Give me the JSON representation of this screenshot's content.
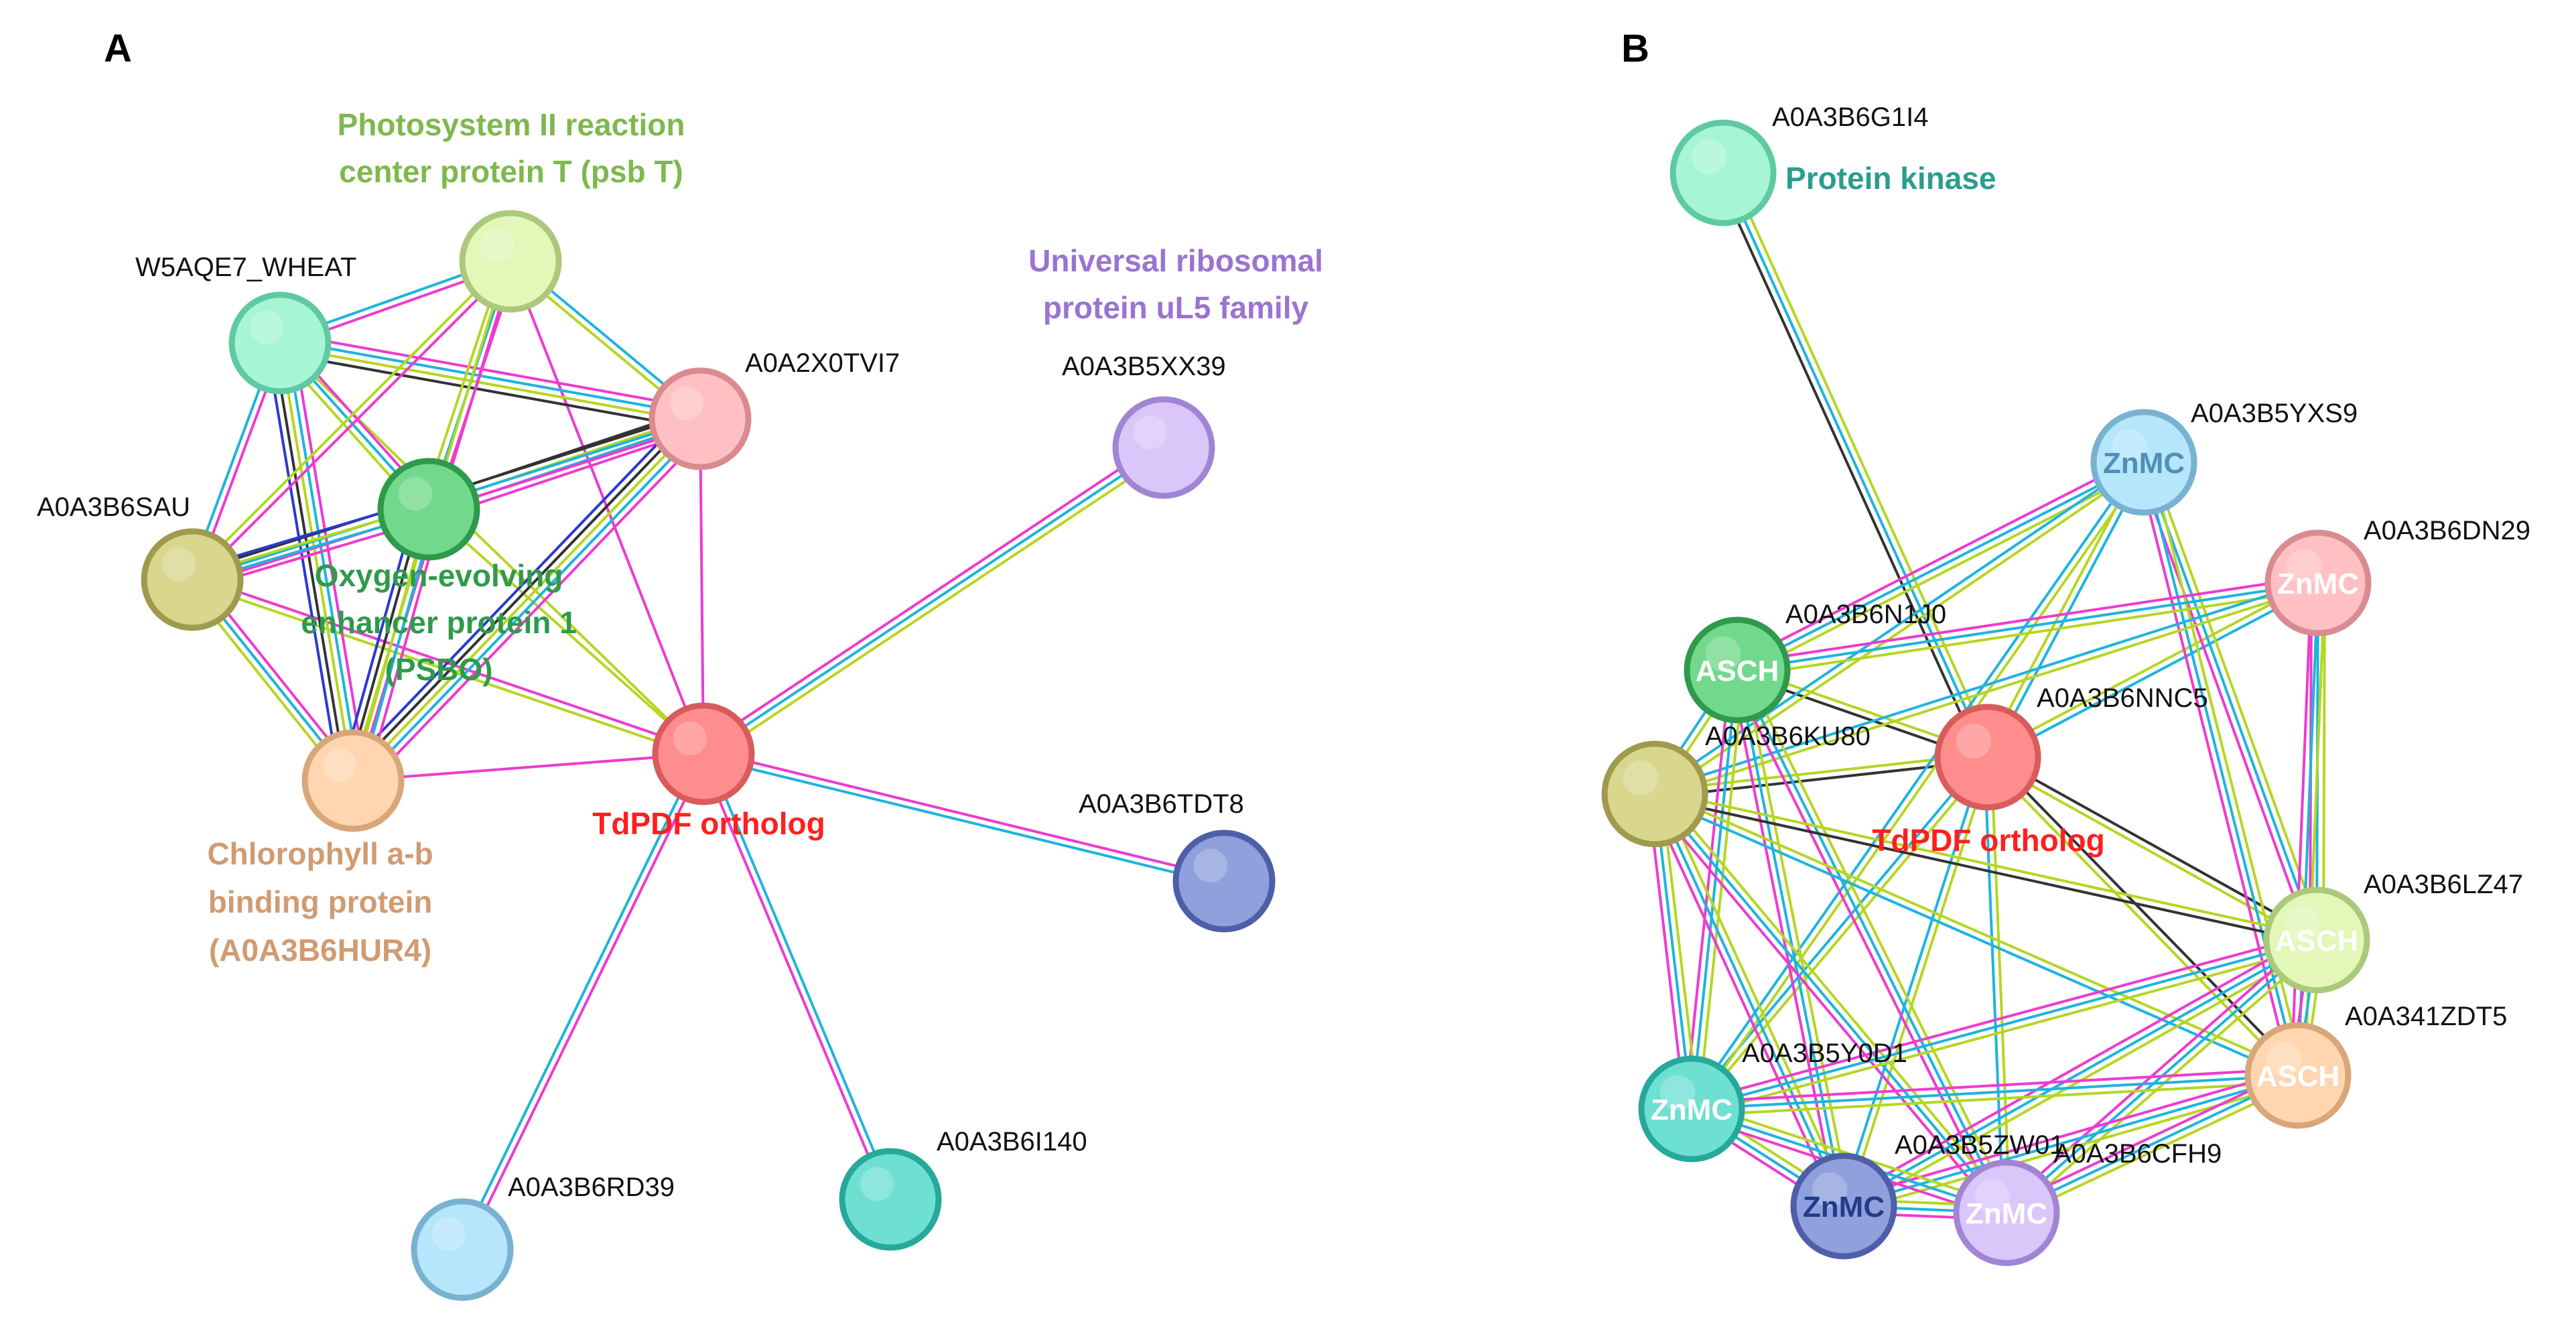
{
  "colors": {
    "textmining": "#b5d624",
    "database": "#1fb4dc",
    "experimental": "#ec3ccf",
    "coexpression": "#333333",
    "homology": "#2a3ad0"
  },
  "panels": [
    {
      "id": "A",
      "label": "A",
      "nodes": [
        {
          "id": "tdpdf",
          "label": "",
          "fill": "#ff8d8d",
          "stroke": "#d85c5c"
        },
        {
          "id": "a0a2x0tvi7",
          "label": "A0A2X0TVI7",
          "fill": "#ffc0c4",
          "stroke": "#d98b90"
        },
        {
          "id": "psbt",
          "label": "",
          "fill": "#e3f7b9",
          "stroke": "#aac97a"
        },
        {
          "id": "w5aqe7",
          "label": "W5AQE7_WHEAT",
          "fill": "#a6f5d5",
          "stroke": "#5fc9a2"
        },
        {
          "id": "psbo",
          "label": "",
          "fill": "#72d98c",
          "stroke": "#2f9a4b"
        },
        {
          "id": "a0a3b6sau",
          "label": "A0A3B6SAU",
          "fill": "#d9d68e",
          "stroke": "#9f9a4e"
        },
        {
          "id": "hur4",
          "label": "",
          "fill": "#ffd6b0",
          "stroke": "#d8a679"
        },
        {
          "id": "a0a3b5xx39",
          "label": "A0A3B5XX39",
          "fill": "#dbc6fa",
          "stroke": "#a185d4"
        },
        {
          "id": "a0a3b6tdt8",
          "label": "A0A3B6TDT8",
          "fill": "#8fa0dc",
          "stroke": "#4e5ea8"
        },
        {
          "id": "a0a3b6i140",
          "label": "A0A3B6I140",
          "fill": "#6de0d2",
          "stroke": "#26a99a"
        },
        {
          "id": "a0a3b6rd39",
          "label": "A0A3B6RD39",
          "fill": "#b5e6fb",
          "stroke": "#78b2d0"
        }
      ],
      "annotations": [
        {
          "id": "psbt",
          "lines": [
            "Photosystem II reaction",
            "center protein T (psb T)"
          ],
          "color": "#7fb84e"
        },
        {
          "id": "ul5",
          "lines": [
            "Universal ribosomal",
            "protein uL5 family"
          ],
          "color": "#9b73d0"
        },
        {
          "id": "psbo",
          "lines": [
            "Oxygen-evolving",
            "enhancer protein 1",
            "(PSBO)"
          ],
          "color": "#2f9a4b"
        },
        {
          "id": "hur4",
          "lines": [
            "Chlorophyll a-b",
            "binding protein",
            "(A0A3B6HUR4)"
          ],
          "color": "#d19b72"
        },
        {
          "id": "tdpdf",
          "lines": [
            "TdPDF ortholog"
          ],
          "color": "#ff1f1f"
        }
      ],
      "edges": [
        {
          "a": "tdpdf",
          "b": "a0a2x0tvi7",
          "types": [
            "experimental"
          ]
        },
        {
          "a": "tdpdf",
          "b": "psbt",
          "types": [
            "experimental"
          ]
        },
        {
          "a": "tdpdf",
          "b": "psbo",
          "types": [
            "textmining"
          ]
        },
        {
          "a": "tdpdf",
          "b": "hur4",
          "types": [
            "experimental"
          ]
        },
        {
          "a": "tdpdf",
          "b": "a0a3b6sau",
          "types": [
            "textmining",
            "experimental"
          ]
        },
        {
          "a": "tdpdf",
          "b": "a0a3b5xx39",
          "types": [
            "experimental",
            "database",
            "textmining"
          ]
        },
        {
          "a": "tdpdf",
          "b": "a0a3b6tdt8",
          "types": [
            "experimental",
            "database"
          ]
        },
        {
          "a": "tdpdf",
          "b": "a0a3b6i140",
          "types": [
            "database",
            "experimental"
          ]
        },
        {
          "a": "tdpdf",
          "b": "a0a3b6rd39",
          "types": [
            "experimental",
            "database"
          ]
        },
        {
          "a": "tdpdf",
          "b": "w5aqe7",
          "types": [
            "textmining"
          ]
        },
        {
          "a": "w5aqe7",
          "b": "psbt",
          "types": [
            "database",
            "experimental"
          ]
        },
        {
          "a": "w5aqe7",
          "b": "a0a2x0tvi7",
          "types": [
            "experimental",
            "database",
            "textmining",
            "coexpression"
          ]
        },
        {
          "a": "w5aqe7",
          "b": "psbo",
          "types": [
            "experimental",
            "database",
            "textmining"
          ]
        },
        {
          "a": "w5aqe7",
          "b": "a0a3b6sau",
          "types": [
            "experimental",
            "database"
          ]
        },
        {
          "a": "w5aqe7",
          "b": "hur4",
          "types": [
            "experimental",
            "database",
            "textmining",
            "coexpression",
            "homology"
          ]
        },
        {
          "a": "psbt",
          "b": "a0a2x0tvi7",
          "types": [
            "database",
            "textmining"
          ]
        },
        {
          "a": "psbt",
          "b": "psbo",
          "types": [
            "experimental",
            "database",
            "textmining"
          ]
        },
        {
          "a": "psbt",
          "b": "a0a3b6sau",
          "types": [
            "experimental",
            "textmining"
          ]
        },
        {
          "a": "psbt",
          "b": "hur4",
          "types": [
            "experimental",
            "textmining"
          ]
        },
        {
          "a": "a0a2x0tvi7",
          "b": "psbo",
          "types": [
            "experimental",
            "database",
            "textmining",
            "coexpression"
          ]
        },
        {
          "a": "a0a2x0tvi7",
          "b": "a0a3b6sau",
          "types": [
            "experimental",
            "database",
            "coexpression"
          ]
        },
        {
          "a": "a0a2x0tvi7",
          "b": "hur4",
          "types": [
            "experimental",
            "database",
            "textmining",
            "coexpression",
            "homology"
          ]
        },
        {
          "a": "psbo",
          "b": "a0a3b6sau",
          "types": [
            "experimental",
            "database",
            "textmining",
            "homology"
          ]
        },
        {
          "a": "psbo",
          "b": "hur4",
          "types": [
            "experimental",
            "database",
            "textmining",
            "coexpression",
            "homology"
          ]
        },
        {
          "a": "a0a3b6sau",
          "b": "hur4",
          "types": [
            "experimental",
            "database",
            "textmining"
          ]
        }
      ]
    },
    {
      "id": "B",
      "label": "B",
      "nodes": [
        {
          "id": "g1i4",
          "label": "A0A3B6G1I4",
          "inner": "",
          "fill": "#a6f5d5",
          "stroke": "#5fc9a2"
        },
        {
          "id": "yxs9",
          "label": "A0A3B5YXS9",
          "inner": "ZnMC",
          "fill": "#b5e6fb",
          "stroke": "#78b2d0",
          "innerColor": "#4f8fb8"
        },
        {
          "id": "dn29",
          "label": "A0A3B6DN29",
          "inner": "ZnMC",
          "fill": "#ffc0c4",
          "stroke": "#d98b90",
          "innerColor": "#ffffff"
        },
        {
          "id": "n1j0",
          "label": "A0A3B6N1J0",
          "inner": "ASCH",
          "fill": "#72d98c",
          "stroke": "#2f9a4b",
          "innerColor": "#ffffff"
        },
        {
          "id": "nnc5",
          "label": "A0A3B6NNC5",
          "inner": "",
          "fill": "#ff8d8d",
          "stroke": "#d85c5c"
        },
        {
          "id": "ku80",
          "label": "A0A3B6KU80",
          "inner": "",
          "fill": "#d9d68e",
          "stroke": "#9f9a4e"
        },
        {
          "id": "lz47",
          "label": "A0A3B6LZ47",
          "inner": "ASCH",
          "fill": "#e3f7b9",
          "stroke": "#aac97a",
          "innerColor": "#ffffff"
        },
        {
          "id": "zdt5",
          "label": "A0A341ZDT5",
          "inner": "ASCH",
          "fill": "#ffd6b0",
          "stroke": "#d8a679",
          "innerColor": "#ffffff"
        },
        {
          "id": "y0d1",
          "label": "A0A3B5Y0D1",
          "inner": "ZnMC",
          "fill": "#6de0d2",
          "stroke": "#26a99a",
          "innerColor": "#ffffff"
        },
        {
          "id": "zw",
          "label": "A0A3B5ZW01",
          "inner": "ZnMC",
          "fill": "#8fa0dc",
          "stroke": "#4e5ea8",
          "innerColor": "#233c8a"
        },
        {
          "id": "cfh9",
          "label": "A0A3B6CFH9",
          "inner": "ZnMC",
          "fill": "#dbc6fa",
          "stroke": "#a185d4",
          "innerColor": "#ffffff"
        }
      ],
      "annotations": [
        {
          "id": "kinase",
          "lines": [
            "Protein kinase"
          ],
          "color": "#2a9d8f"
        },
        {
          "id": "tdpdf",
          "lines": [
            "TdPDF ortholog"
          ],
          "color": "#ff1f1f"
        }
      ],
      "edges": [
        {
          "a": "g1i4",
          "b": "nnc5",
          "types": [
            "textmining",
            "database",
            "coexpression"
          ]
        },
        {
          "a": "nnc5",
          "b": "n1j0",
          "types": [
            "coexpression",
            "textmining"
          ]
        },
        {
          "a": "nnc5",
          "b": "ku80",
          "types": [
            "coexpression",
            "textmining"
          ]
        },
        {
          "a": "nnc5",
          "b": "lz47",
          "types": [
            "coexpression",
            "textmining"
          ]
        },
        {
          "a": "nnc5",
          "b": "zdt5",
          "types": [
            "coexpression",
            "textmining"
          ]
        },
        {
          "a": "nnc5",
          "b": "yxs9",
          "types": [
            "textmining",
            "database"
          ]
        },
        {
          "a": "nnc5",
          "b": "dn29",
          "types": [
            "textmining",
            "database"
          ]
        },
        {
          "a": "nnc5",
          "b": "y0d1",
          "types": [
            "textmining",
            "database"
          ]
        },
        {
          "a": "nnc5",
          "b": "zw",
          "types": [
            "textmining",
            "database"
          ]
        },
        {
          "a": "nnc5",
          "b": "cfh9",
          "types": [
            "textmining",
            "database"
          ]
        },
        {
          "a": "yxs9",
          "b": "n1j0",
          "types": [
            "textmining",
            "database",
            "experimental"
          ]
        },
        {
          "a": "yxs9",
          "b": "ku80",
          "types": [
            "textmining",
            "database"
          ]
        },
        {
          "a": "yxs9",
          "b": "lz47",
          "types": [
            "textmining",
            "database",
            "experimental"
          ]
        },
        {
          "a": "yxs9",
          "b": "zdt5",
          "types": [
            "textmining",
            "database",
            "experimental"
          ]
        },
        {
          "a": "yxs9",
          "b": "y0d1",
          "types": [
            "textmining",
            "database"
          ]
        },
        {
          "a": "dn29",
          "b": "n1j0",
          "types": [
            "textmining",
            "database",
            "experimental"
          ]
        },
        {
          "a": "dn29",
          "b": "ku80",
          "types": [
            "textmining",
            "database"
          ]
        },
        {
          "a": "dn29",
          "b": "lz47",
          "types": [
            "textmining",
            "database",
            "experimental"
          ]
        },
        {
          "a": "dn29",
          "b": "zdt5",
          "types": [
            "textmining",
            "database",
            "experimental"
          ]
        },
        {
          "a": "n1j0",
          "b": "ku80",
          "types": [
            "textmining",
            "database"
          ]
        },
        {
          "a": "n1j0",
          "b": "y0d1",
          "types": [
            "textmining",
            "database",
            "experimental"
          ]
        },
        {
          "a": "n1j0",
          "b": "zw",
          "types": [
            "textmining",
            "database",
            "experimental"
          ]
        },
        {
          "a": "n1j0",
          "b": "cfh9",
          "types": [
            "textmining",
            "database",
            "experimental"
          ]
        },
        {
          "a": "ku80",
          "b": "lz47",
          "types": [
            "textmining",
            "coexpression"
          ]
        },
        {
          "a": "ku80",
          "b": "y0d1",
          "types": [
            "textmining",
            "database",
            "experimental"
          ]
        },
        {
          "a": "ku80",
          "b": "zw",
          "types": [
            "textmining",
            "database",
            "experimental"
          ]
        },
        {
          "a": "ku80",
          "b": "cfh9",
          "types": [
            "textmining",
            "database",
            "experimental"
          ]
        },
        {
          "a": "ku80",
          "b": "zdt5",
          "types": [
            "textmining",
            "database"
          ]
        },
        {
          "a": "lz47",
          "b": "zdt5",
          "types": [
            "textmining",
            "database",
            "experimental"
          ]
        },
        {
          "a": "lz47",
          "b": "y0d1",
          "types": [
            "textmining",
            "database",
            "experimental"
          ]
        },
        {
          "a": "lz47",
          "b": "zw",
          "types": [
            "textmining",
            "database",
            "experimental"
          ]
        },
        {
          "a": "lz47",
          "b": "cfh9",
          "types": [
            "textmining",
            "database",
            "experimental"
          ]
        },
        {
          "a": "zdt5",
          "b": "y0d1",
          "types": [
            "textmining",
            "database",
            "experimental"
          ]
        },
        {
          "a": "zdt5",
          "b": "zw",
          "types": [
            "textmining",
            "database",
            "experimental"
          ]
        },
        {
          "a": "zdt5",
          "b": "cfh9",
          "types": [
            "textmining",
            "database",
            "experimental"
          ]
        },
        {
          "a": "y0d1",
          "b": "zw",
          "types": [
            "textmining",
            "database",
            "experimental"
          ]
        },
        {
          "a": "y0d1",
          "b": "cfh9",
          "types": [
            "textmining",
            "database",
            "experimental"
          ]
        },
        {
          "a": "zw",
          "b": "cfh9",
          "types": [
            "textmining",
            "database",
            "experimental"
          ]
        }
      ]
    }
  ]
}
